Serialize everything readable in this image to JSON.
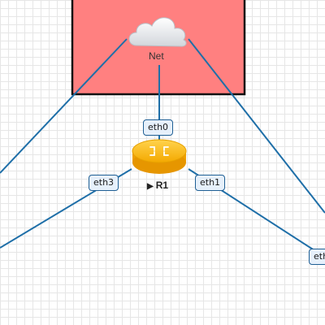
{
  "cloud_node": {
    "label": "Net",
    "fill_color": "#ff8080",
    "icon": "cloud-icon"
  },
  "router_node": {
    "label": "R1",
    "status_icon": "play-icon",
    "icon": "router-icon",
    "color": "#f5a623"
  },
  "interfaces": {
    "eth0": "eth0",
    "eth1": "eth1",
    "eth3": "eth3",
    "eth_right": "eth"
  },
  "link_color": "#1f6fa8"
}
